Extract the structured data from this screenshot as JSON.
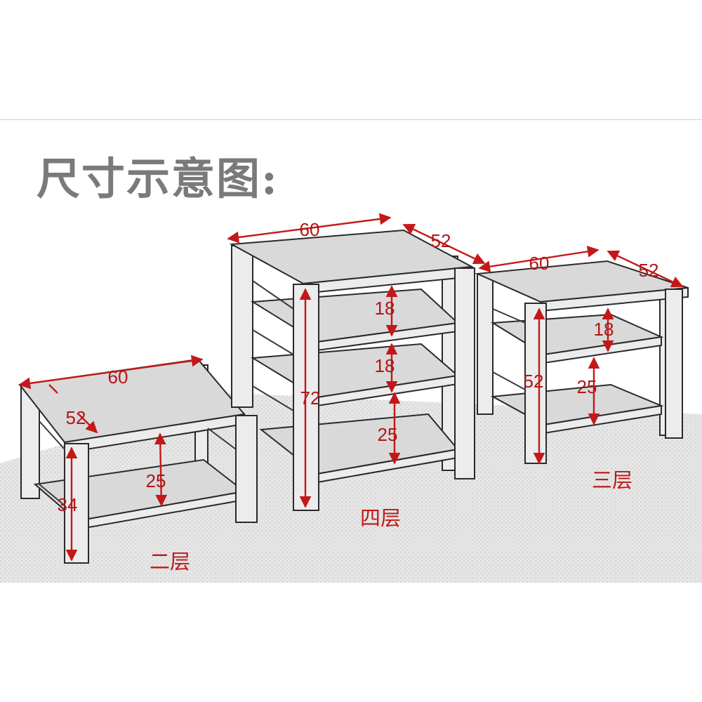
{
  "title": "尺寸示意图:",
  "colors": {
    "dimension": "#c41818",
    "sketch": "#2a2a2a",
    "title": "#7a7a7a"
  },
  "racks": [
    {
      "label": "二层",
      "dimensions": {
        "width": "60",
        "depth": "52",
        "height": "34",
        "shelf_gap_1": "25"
      }
    },
    {
      "label": "四层",
      "dimensions": {
        "width": "60",
        "depth": "52",
        "height": "72",
        "shelf_gap_1": "18",
        "shelf_gap_2": "18",
        "shelf_gap_3": "25"
      }
    },
    {
      "label": "三层",
      "dimensions": {
        "width": "60",
        "depth": "52",
        "height": "52",
        "shelf_gap_1": "18",
        "shelf_gap_2": "25"
      }
    }
  ]
}
